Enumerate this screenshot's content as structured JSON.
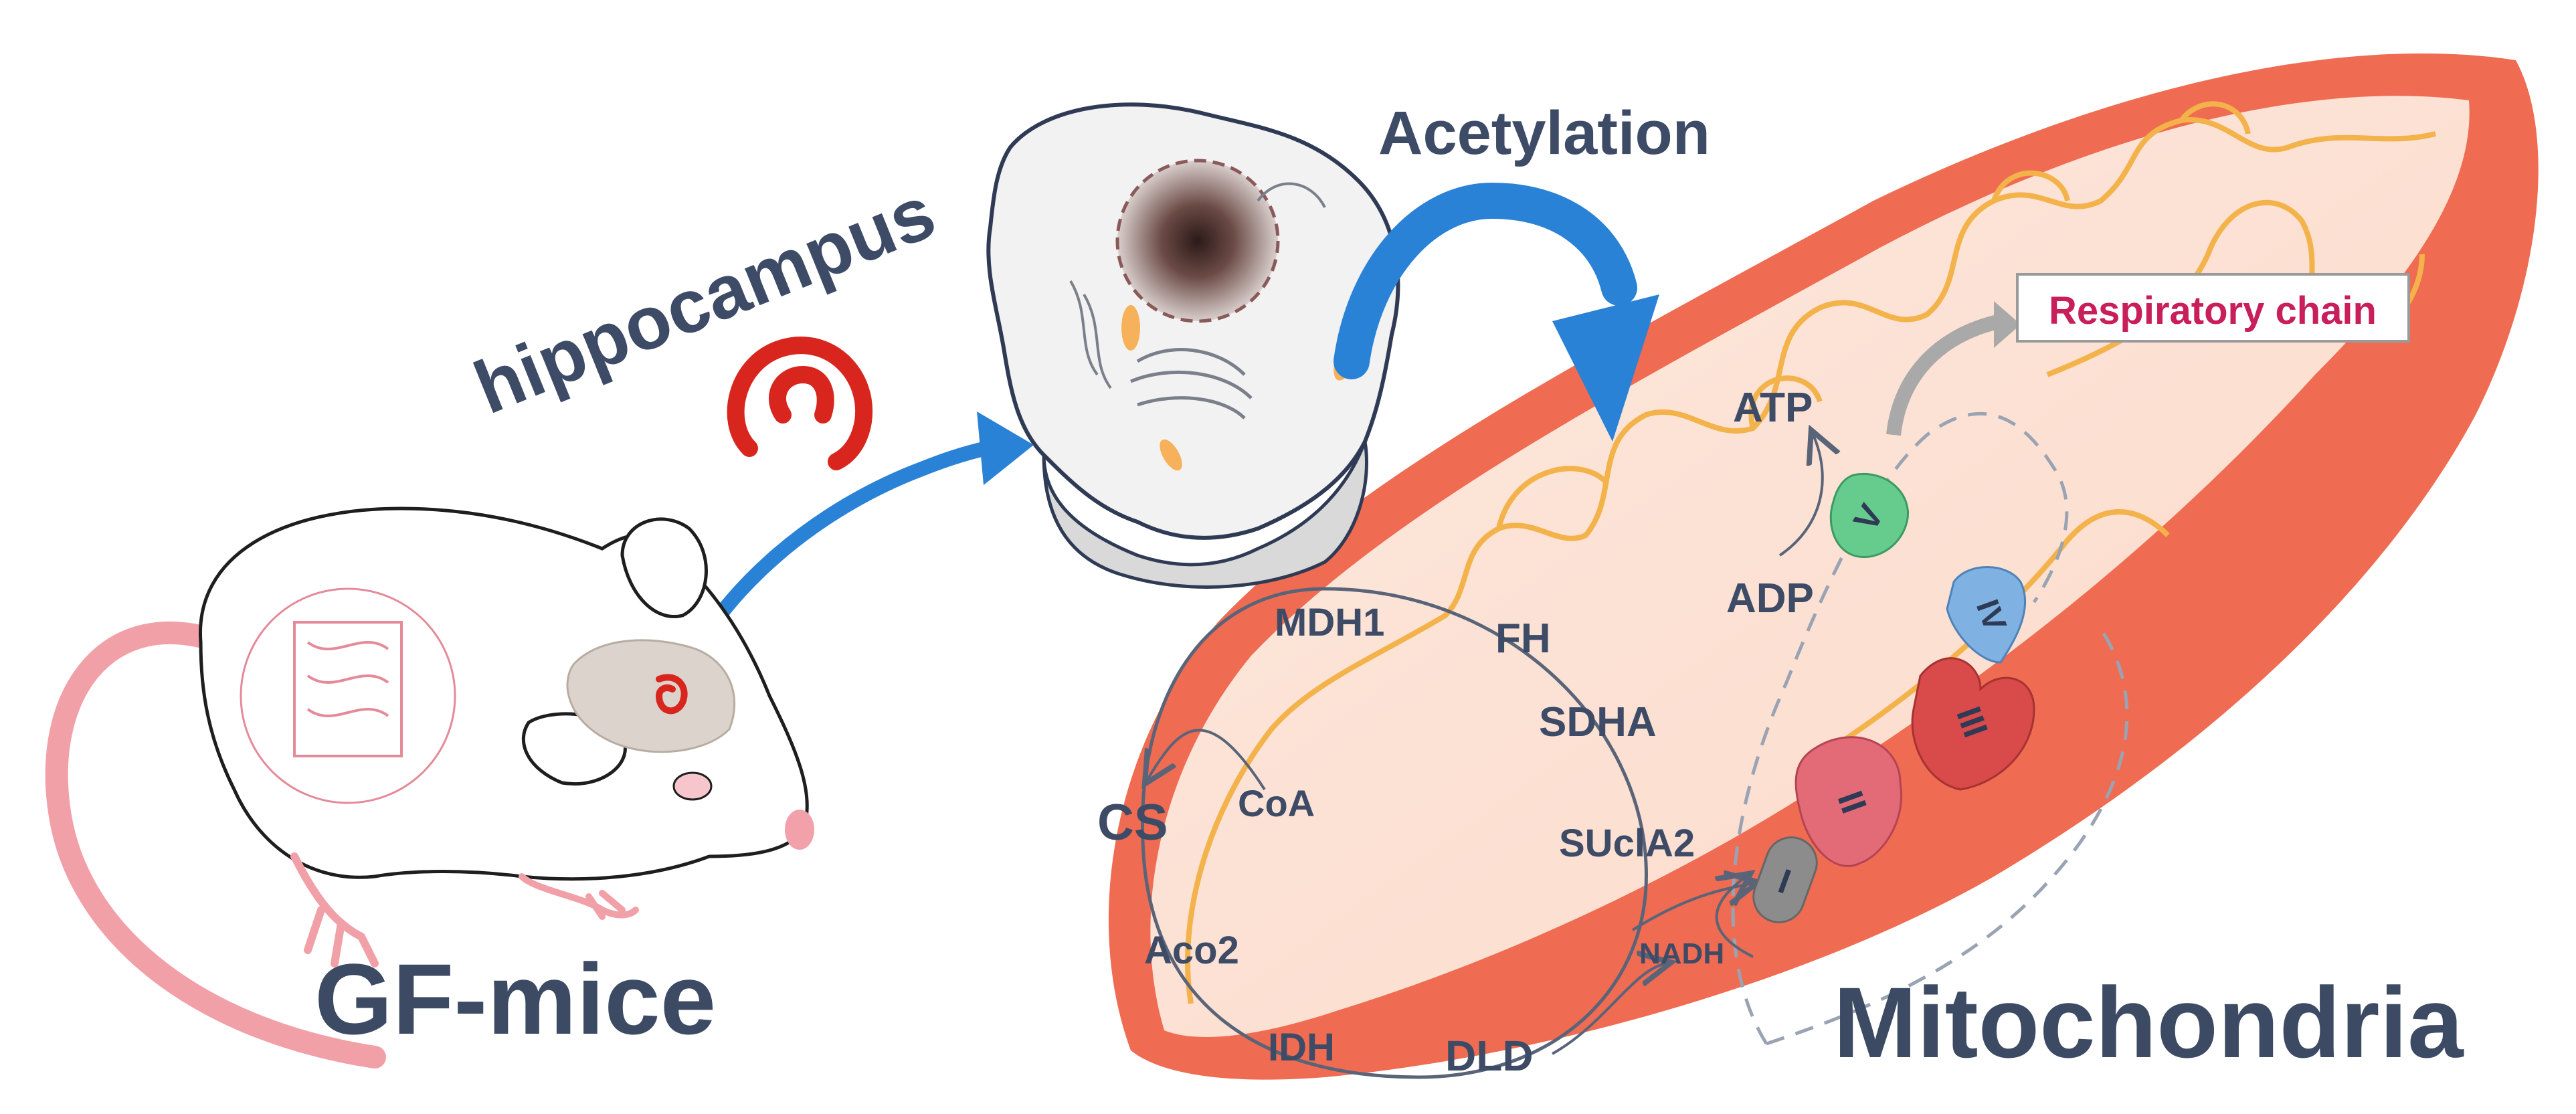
{
  "labels": {
    "hippocampus": "hippocampus",
    "gf_mice": "GF-mice",
    "acetylation": "Acetylation",
    "mitochondria": "Mitochondria",
    "respiratory_chain": "Respiratory chain",
    "atp": "ATP",
    "adp": "ADP",
    "nadh": "NADH",
    "coa": "CoA"
  },
  "tca_enzymes": {
    "mdh1": "MDH1",
    "fh": "FH",
    "sdha": "SDHA",
    "sucla2": "SUclA2",
    "cs": "CS",
    "aco2": "Aco2",
    "idh": "IDH",
    "dld": "DLD"
  },
  "complexes": {
    "c1": "I",
    "c2": "II",
    "c3": "III",
    "c4": "IV",
    "c5": "V"
  },
  "colors": {
    "arrow_blue": "#2a82d6",
    "label_dark": "#3d4b66",
    "mito_outer": "#ef6b52",
    "mito_inner": "#f3b24a",
    "hippocampus_red": "#d8261e",
    "respiratory_text": "#c81e5a",
    "complex_I": "#8c8c8c",
    "complex_II": "#e36b78",
    "complex_III": "#d94a4a",
    "complex_IV": "#7fb1e3",
    "complex_V": "#66cc8e"
  }
}
